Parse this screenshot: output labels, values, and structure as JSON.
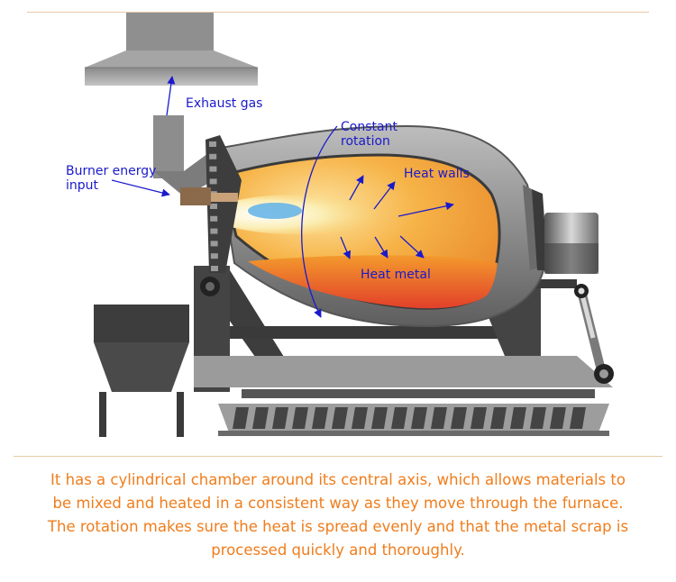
{
  "diagram": {
    "labels": {
      "exhaust_gas": "Exhaust gas",
      "constant_rotation_line1": "Constant",
      "constant_rotation_line2": "rotation",
      "burner_energy_line1": "Burner energy",
      "burner_energy_line2": "input",
      "heat_walls": "Heat walls",
      "heat_metal": "Heat metal"
    },
    "colors": {
      "label_text": "#1a1acb",
      "arrow": "#1a1acb",
      "steel_dark": "#3a3a3a",
      "steel_mid": "#7d7d7d",
      "steel_light": "#b5b5b5",
      "flame_core": "#5fb2e6",
      "flame_outer": "#f7e39a",
      "chamber_hot": "#f29a2e",
      "chamber_red": "#e3472b"
    },
    "icons": [
      "rotary-furnace",
      "exhaust-hood",
      "burner-nozzle",
      "feed-hopper",
      "hydraulic-cylinder",
      "motor-drive"
    ]
  },
  "caption": {
    "lines": [
      "It has a cylindrical chamber around its central axis, which allows materials to",
      "be mixed and heated in a consistent way as they move through the furnace.",
      "The rotation makes sure the heat is spread evenly and that the metal scrap is",
      "processed quickly and thoroughly."
    ],
    "color": "#ef7d1c"
  }
}
